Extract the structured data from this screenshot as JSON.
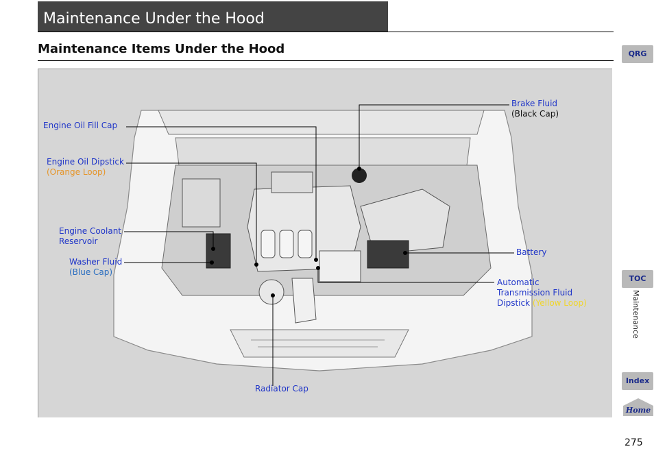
{
  "header": {
    "title": "Maintenance Under the Hood",
    "subtitle": "Maintenance Items Under the Hood"
  },
  "labels": {
    "brake_fluid": "Brake Fluid",
    "brake_fluid_note": "(Black Cap)",
    "engine_oil_fill_cap": "Engine Oil Fill Cap",
    "engine_oil_dipstick": "Engine Oil Dipstick",
    "engine_oil_dipstick_note": "(Orange Loop)",
    "engine_coolant_line1": "Engine Coolant",
    "engine_coolant_line2": "Reservoir",
    "washer_fluid": "Washer Fluid",
    "washer_fluid_note": "(Blue Cap)",
    "battery": "Battery",
    "atf_line1": "Automatic",
    "atf_line2": "Transmission Fluid",
    "atf_line3": "Dipstick",
    "atf_note": "(Yellow Loop)",
    "radiator_cap": "Radiator Cap"
  },
  "sidebar": {
    "qrg": "QRG",
    "toc": "TOC",
    "section": "Maintenance",
    "index": "Index",
    "home": "Home"
  },
  "page_number": "275",
  "colors": {
    "title_bar": "#444444",
    "link_blue": "#1f35c8",
    "orange": "#e5952a",
    "yellow": "#f0d52a",
    "tab_gray": "#b9b9b9"
  }
}
